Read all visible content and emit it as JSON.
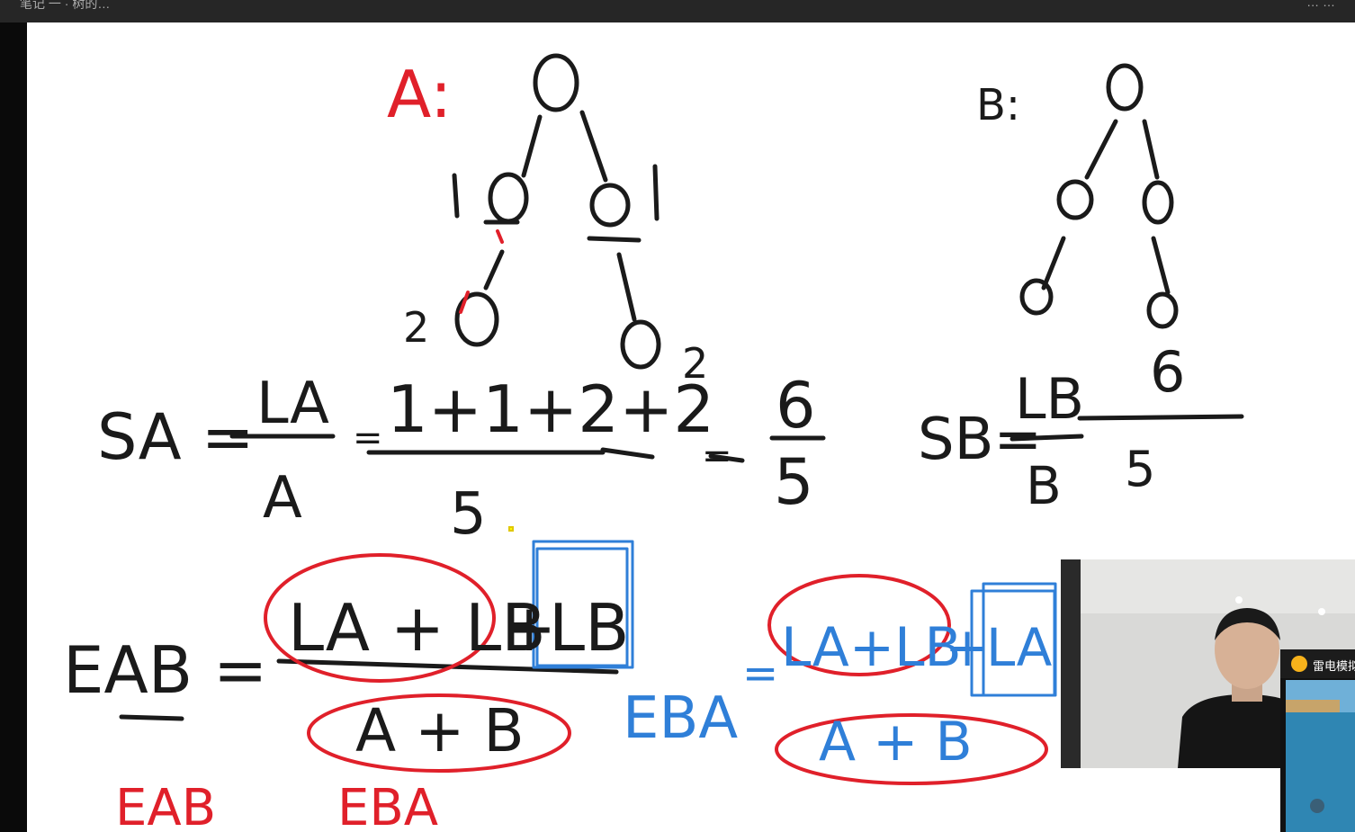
{
  "window": {
    "title": "笔记 一 · 树的…",
    "right_text": "… …"
  },
  "board": {
    "tree_a_label": "A:",
    "tree_b_label": "B:",
    "tree_a_depths": [
      "1",
      "1",
      "2",
      "2"
    ],
    "sa_lhs": "SA =",
    "sa_num": "LA",
    "sa_den": "A",
    "sa_sum": "1+1+2+2",
    "sa_sum_den": "5",
    "sa_result_num": "6",
    "sa_result_den": "5",
    "sb_lhs": "SB=",
    "sb_num": "LB",
    "sb_den": "B",
    "sb_result_num": "6",
    "sb_result_den": "5",
    "eab_lhs": "EAB =",
    "eab_num_1": "LA + LB",
    "eab_num_2": "+",
    "eab_num_3": "LB",
    "eab_den": "A + B",
    "eba_lhs": "EBA",
    "eba_eq": "=",
    "eba_num_1": "LA+LB",
    "eba_num_2": "+",
    "eba_num_3": "LA",
    "eba_den": "A + B",
    "bottom_left_1": "EAB",
    "bottom_left_2": "EBA"
  },
  "emulator": {
    "name": "雷电模拟器"
  },
  "colors": {
    "ink_black": "#1a1a1a",
    "ink_red": "#e0202a",
    "ink_blue": "#2f7fd8"
  }
}
